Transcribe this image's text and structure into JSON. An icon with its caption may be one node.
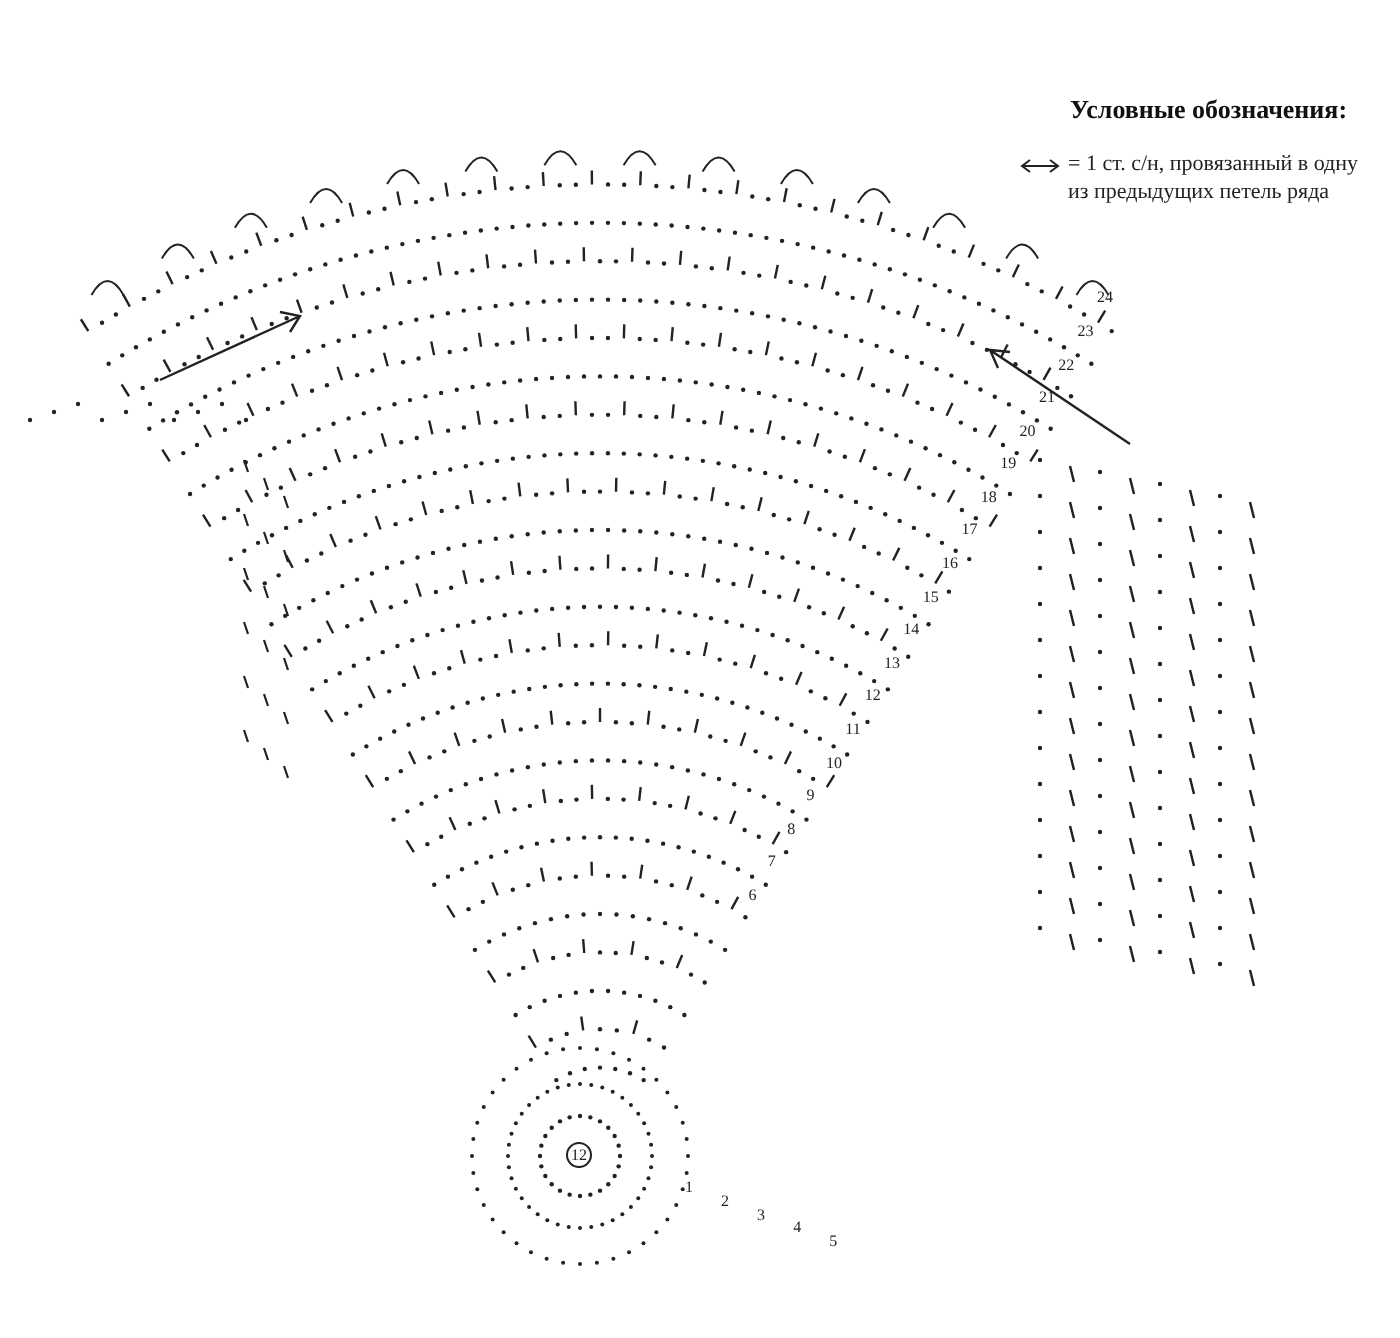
{
  "diagram": {
    "labels": [
      "Условные обозначения:",
      "24",
      "23",
      "22",
      "21",
      "20",
      "19",
      "18",
      "17",
      "16",
      "15",
      "14",
      "13",
      "12",
      "11",
      "10",
      "9",
      "8",
      "7",
      "6",
      "12",
      "1",
      "2",
      "3",
      "4",
      "5"
    ],
    "legend": [
      {
        "text": "= 1 ст. с/н, провязанный в одну из предыдущих петель ряда"
      }
    ]
  }
}
